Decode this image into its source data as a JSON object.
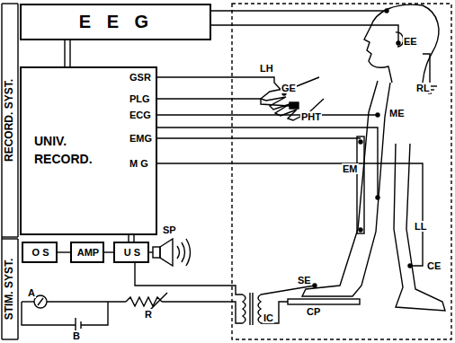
{
  "diagram": {
    "nodes": [
      {
        "text": [
          "E E G"
        ]
      },
      {
        "text": [
          "UNIV. RECORD."
        ]
      },
      {
        "text": [
          "O S"
        ]
      },
      {
        "text": [
          "AMP"
        ]
      },
      {
        "text": [
          "U S"
        ]
      }
    ],
    "edges": [
      {
        "from": 0,
        "to": 1,
        "arrow": "none"
      },
      {
        "from": 2,
        "to": 3,
        "arrow": "none"
      },
      {
        "from": 3,
        "to": 4,
        "arrow": "none"
      },
      {
        "from": 1,
        "to": 4,
        "arrow": "none"
      }
    ],
    "labels": [
      "RECORD. SYST.",
      "GSR",
      "PLG",
      "ECG",
      "EMG",
      "M G",
      "STIM. SYST.",
      "SP",
      "A",
      "B",
      "R",
      "EE",
      "LH",
      "GE",
      "PHT",
      "RL",
      "ME",
      "EM",
      "LL",
      "CE",
      "SE",
      "CP",
      "IC"
    ]
  }
}
